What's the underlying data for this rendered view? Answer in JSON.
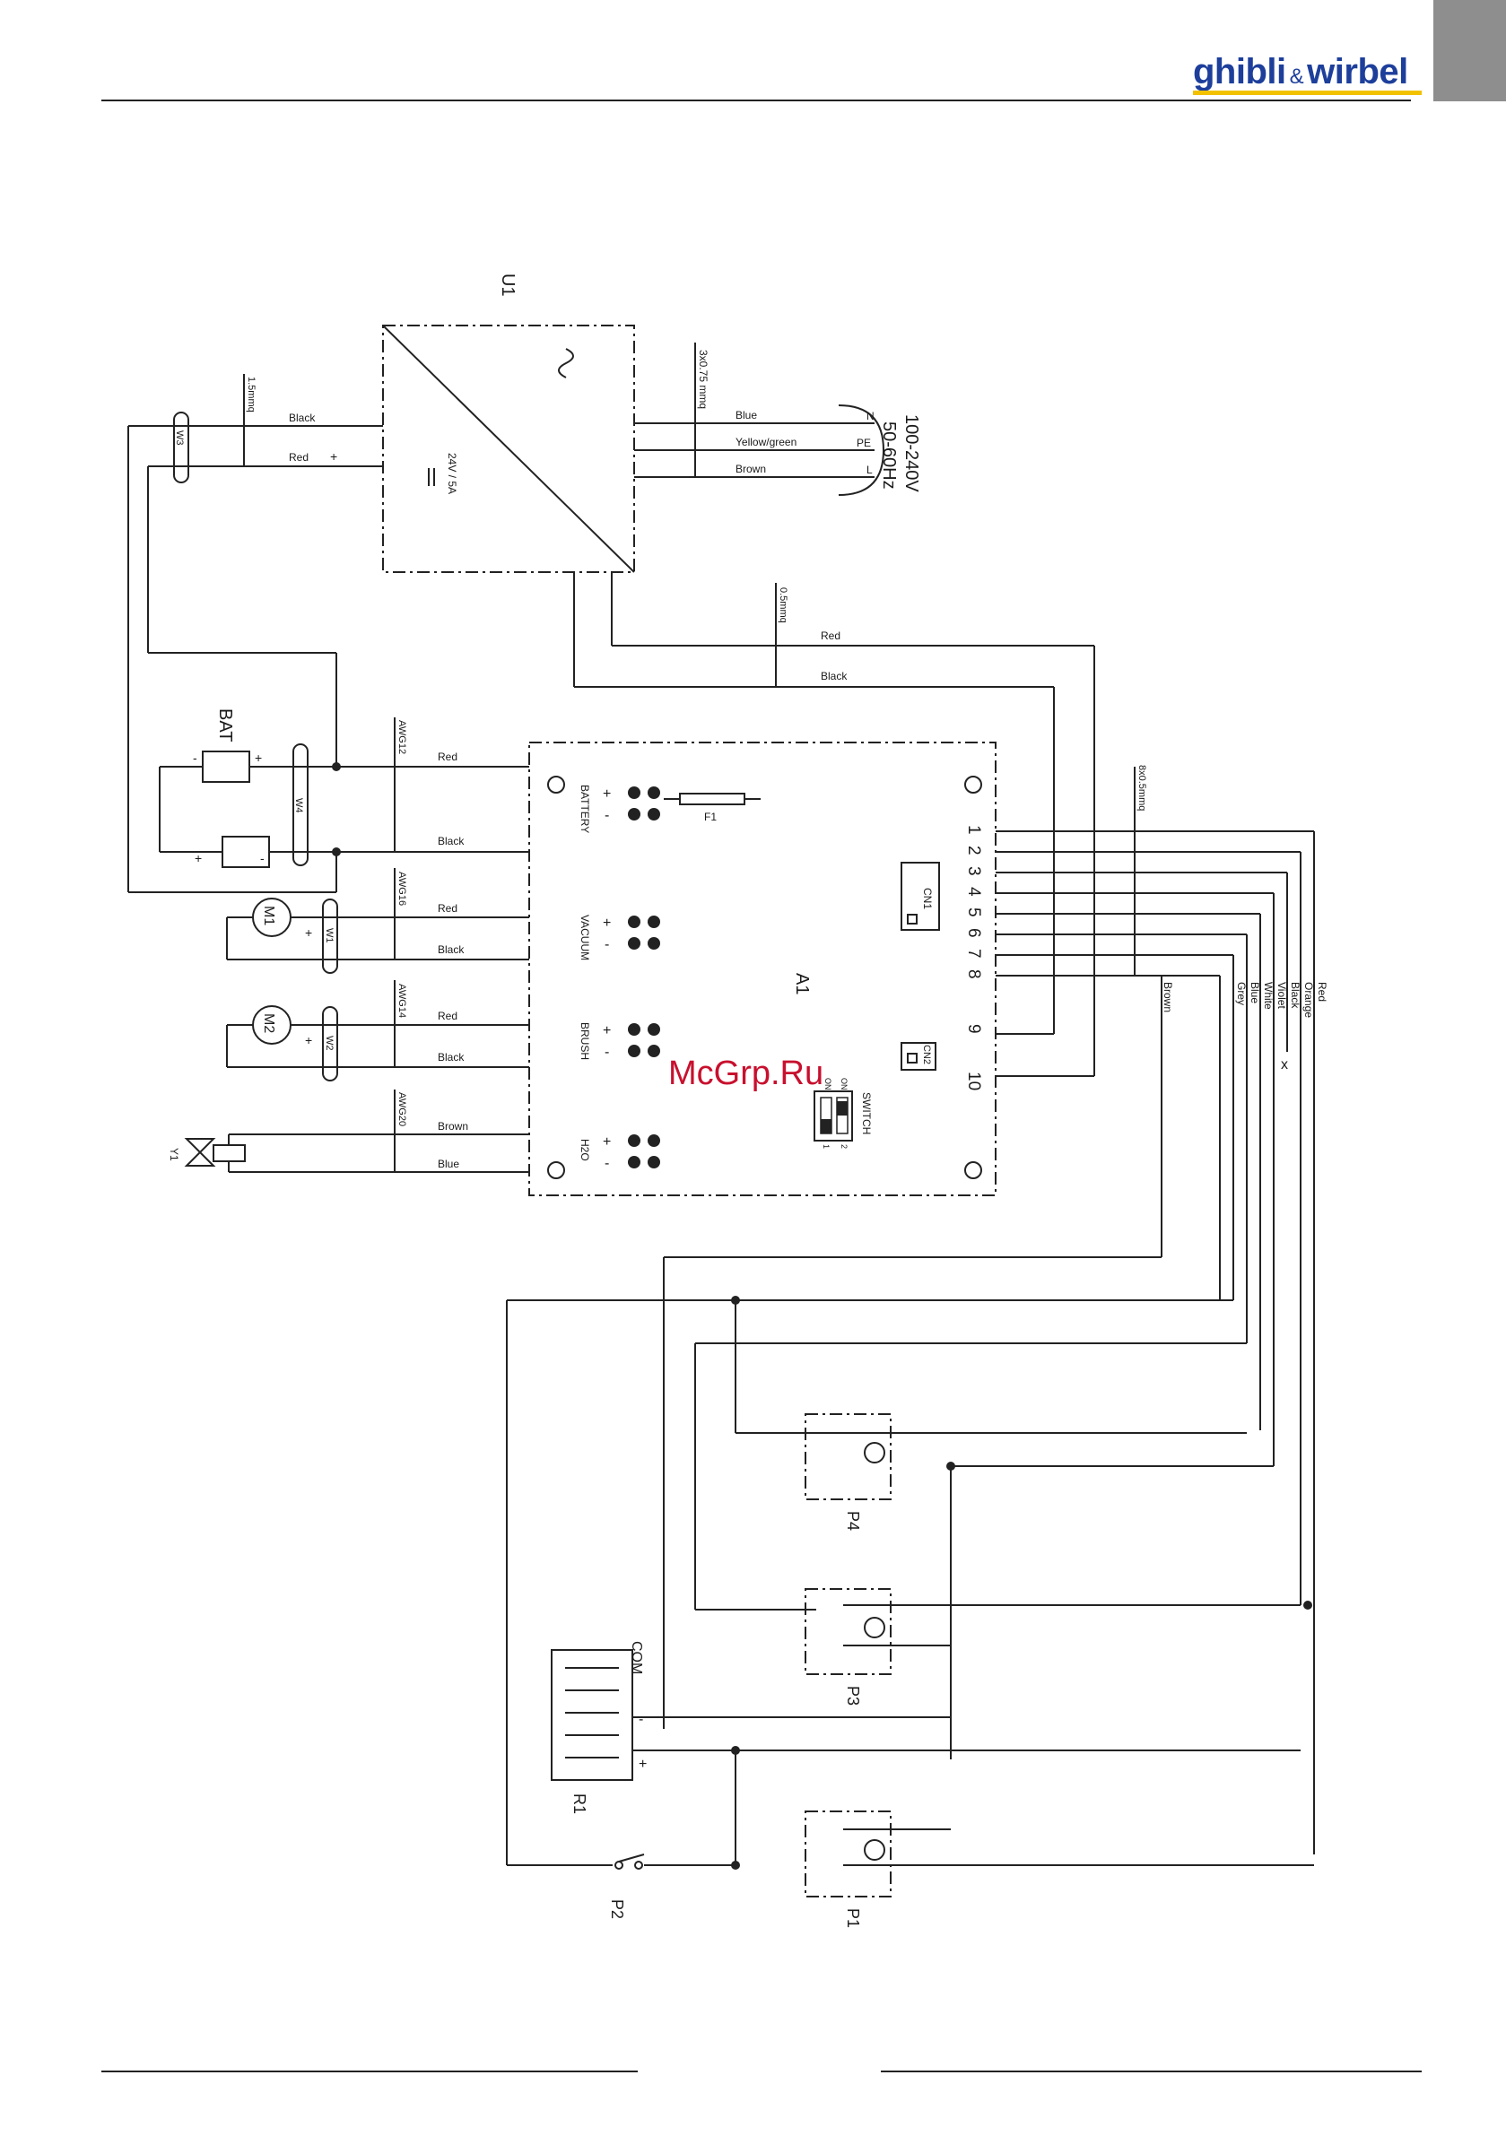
{
  "header": {
    "logo_text_1": "ghibli",
    "logo_amp": "&",
    "logo_text_2": "wirbel"
  },
  "watermark": "McGrp.Ru",
  "colors": {
    "logo_blue": "#1d3f9b",
    "logo_yellow": "#f2c200",
    "watermark_red": "#c8102e",
    "tab_grey": "#8e8e8e"
  },
  "power_supply": {
    "ref": "U1",
    "output_rating": "24V / 5A",
    "input_voltage": "100-240V",
    "input_freq": "50-60Hz",
    "mains_cable": "3x0.75 mmq",
    "mains_wires": [
      "Blue",
      "Yellow/green",
      "Brown"
    ],
    "mains_pins": [
      "N",
      "PE",
      "L"
    ],
    "output_cable": "1.5mmq",
    "output_wires": [
      "Black",
      "Red"
    ],
    "output_plus": "+",
    "control_cable": "0.5mmq",
    "control_wires": [
      "Red",
      "Black"
    ]
  },
  "battery": {
    "ref": "BAT",
    "cable": "AWG12",
    "wires": [
      "Red",
      "Black"
    ],
    "harness": "W4",
    "harness_w3": "W3",
    "plus": "+",
    "minus": "-"
  },
  "board": {
    "ref": "A1",
    "fuse": "F1",
    "connectors": [
      "BATTERY",
      "VACUUM",
      "BRUSH",
      "H2O"
    ],
    "cn1": "CN1",
    "cn2": "CN2",
    "switch": "SWITCH",
    "switch_on": "ON",
    "switch_pins": [
      "1",
      "2"
    ],
    "pins": [
      "1",
      "2",
      "3",
      "4",
      "5",
      "6",
      "7",
      "8",
      "9",
      "10"
    ]
  },
  "vacuum_motor": {
    "ref": "M1",
    "cable": "AWG16",
    "harness": "W1",
    "wires": [
      "Red",
      "Black"
    ]
  },
  "brush_motor": {
    "ref": "M2",
    "cable": "AWG14",
    "harness": "W2",
    "wires": [
      "Red",
      "Black"
    ]
  },
  "valve": {
    "ref": "Y1",
    "cable": "AWG20",
    "wires": [
      "Brown",
      "Blue"
    ]
  },
  "control_harness": {
    "cable": "8x0.5mmq",
    "wires": [
      "Red",
      "Orange",
      "Black",
      "Violet",
      "White",
      "Blue",
      "Grey",
      "Brown"
    ]
  },
  "panel": {
    "pushbuttons": [
      "P1",
      "P2",
      "P3",
      "P4"
    ],
    "bridge": "R1",
    "bridge_com": "COM",
    "bridge_minus": "-",
    "bridge_plus": "+"
  }
}
